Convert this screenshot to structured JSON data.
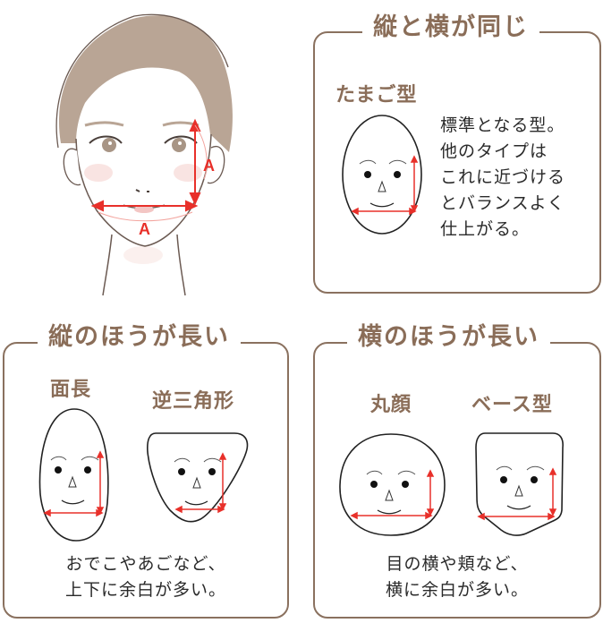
{
  "illustration": {
    "subject": "woman-face-measurement",
    "measure_labels": [
      "A",
      "A"
    ],
    "colors": {
      "hair": "#b9a595",
      "outline": "#6b5a52",
      "measure": "#e8302a",
      "blush": "#f6d9d6"
    }
  },
  "panels": {
    "same": {
      "title": "縦と横が同じ",
      "shape_label": "たまご型",
      "description": [
        "標準となる型。",
        "他のタイプは",
        "これに近づける",
        "とバランスよく",
        "仕上がる。"
      ]
    },
    "vertical": {
      "title": "縦のほうが長い",
      "shapes": [
        {
          "label": "面長"
        },
        {
          "label": "逆三角形"
        }
      ],
      "description": [
        "おでこやあごなど、",
        "上下に余白が多い。"
      ]
    },
    "horizontal": {
      "title": "横のほうが長い",
      "shapes": [
        {
          "label": "丸顔"
        },
        {
          "label": "ベース型"
        }
      ],
      "description": [
        "目の横や頬など、",
        "横に余白が多い。"
      ]
    }
  },
  "colors": {
    "border": "#8a715f",
    "title": "#8a6d58",
    "arrow": "#e8302a",
    "text": "#2a2a2a"
  }
}
